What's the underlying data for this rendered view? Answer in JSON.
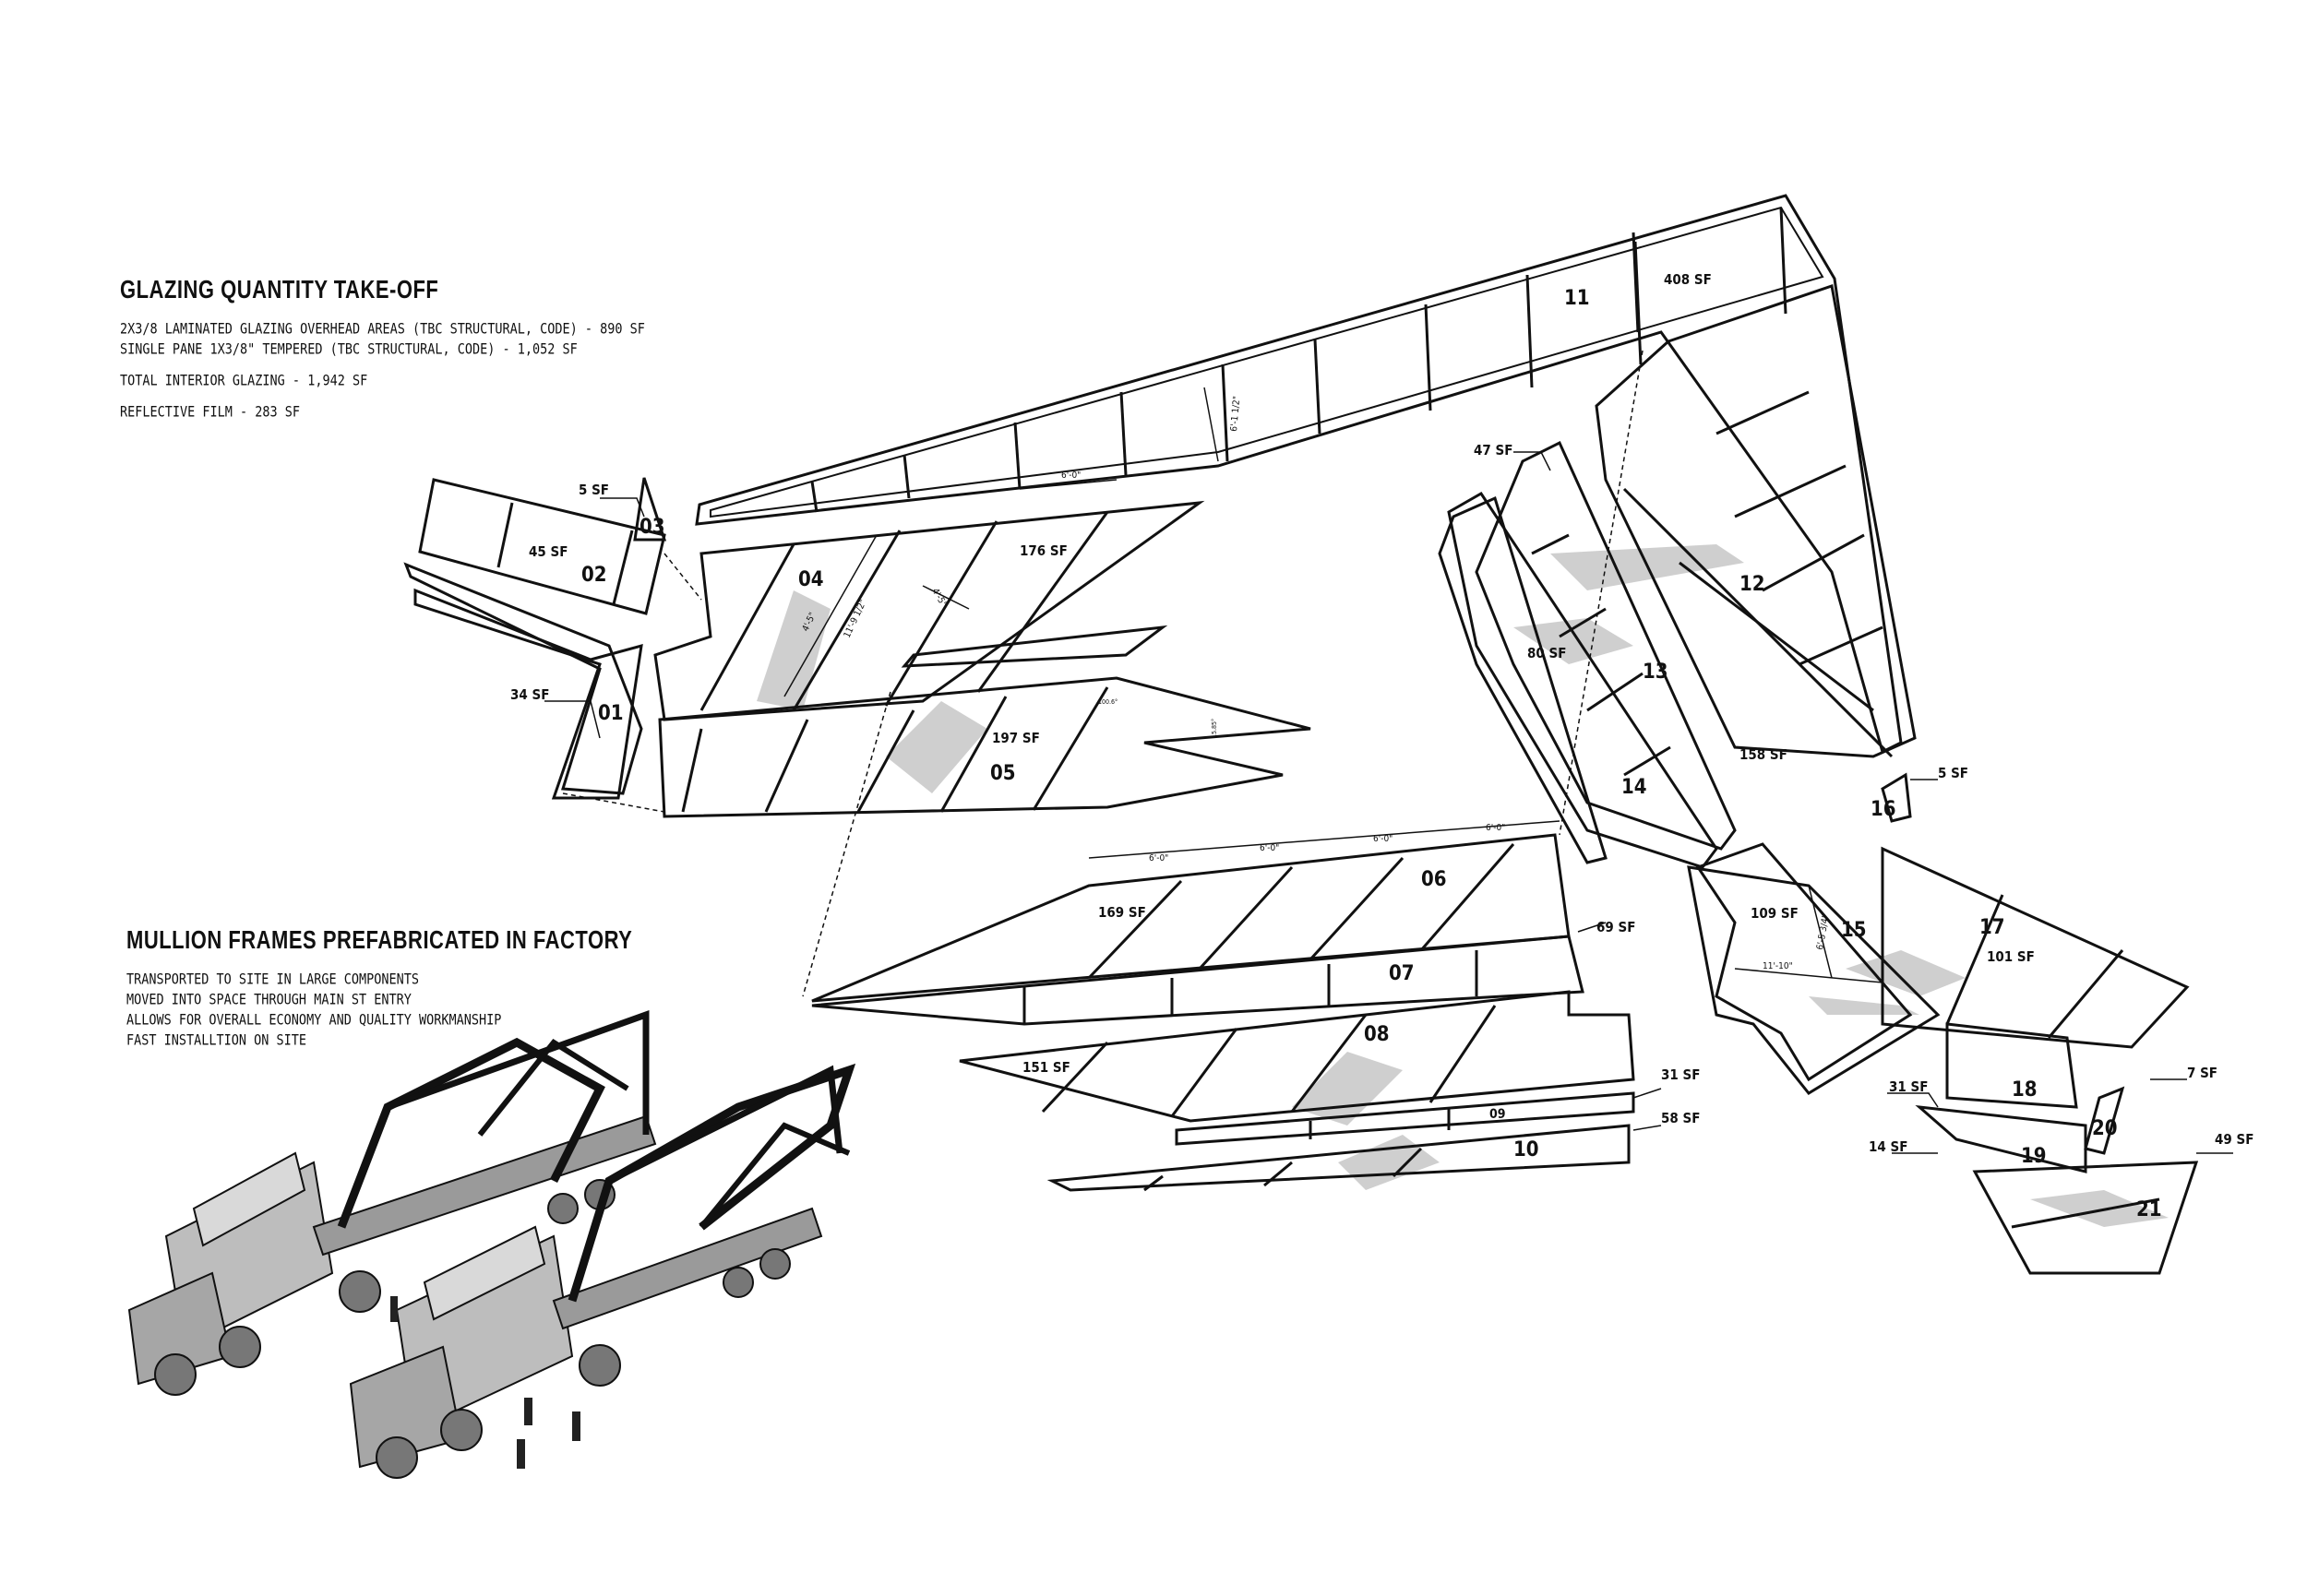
{
  "takeoff": {
    "title": "GLAZING QUANTITY TAKE-OFF",
    "lines": [
      "2x3/8 LAMINATED GLAZING  OVERHEAD AREAS (TBC STRUCTURAL, CODE) - 890 SF",
      "SINGLE PANE 1x3/8\" TEMPERED (TBC STRUCTURAL, CODE) - 1,052 SF",
      "TOTAL INTERIOR GLAZING - 1,942 SF",
      "REFLECTIVE FILM - 283 SF"
    ]
  },
  "mullion": {
    "title": "MULLION FRAMES PREFABRICATED IN FACTORY",
    "lines": [
      "TRANSPORTED TO SITE IN LARGE COMPONENTS",
      "MOVED INTO SPACE THROUGH MAIN ST ENTRY",
      "ALLOWS FOR OVERALL ECONOMY AND QUALITY WORKMANSHIP",
      "FAST INSTALLTION ON SITE"
    ]
  },
  "panels": {
    "p01": "01",
    "p02": "02",
    "p03": "03",
    "p04": "04",
    "p05": "05",
    "p06": "06",
    "p07": "07",
    "p08": "08",
    "p09": "09",
    "p10": "10",
    "p11": "11",
    "p12": "12",
    "p13": "13",
    "p14": "14",
    "p15": "15",
    "p16": "16",
    "p17": "17",
    "p18": "18",
    "p19": "19",
    "p20": "20",
    "p21": "21"
  },
  "areas": {
    "a01": "34 SF",
    "a02": "45 SF",
    "a03": "5 SF",
    "a04": "176 SF",
    "a05": "197 SF",
    "a06": "169 SF",
    "a07": "69 SF",
    "a08": "151 SF",
    "a09": "31 SF",
    "a10": "58 SF",
    "a11": "408 SF",
    "a12": "158 SF",
    "a13": "80 SF",
    "a14": "47 SF",
    "a15": "109 SF",
    "a16": "5 SF",
    "a17": "101 SF",
    "a18": "31 SF",
    "a19": "14 SF",
    "a20": "7 SF",
    "a21": "49 SF"
  },
  "dims": {
    "d1": "6'-0\"",
    "d2": "6'-1 1/2\"",
    "d3": "11'-9 1/2\"",
    "d4": "4'-5\"",
    "d5": "4'-5\"",
    "d6": "6'-0\"",
    "d7": "6'-0\"",
    "d8": "6'-0\"",
    "d9": "6'-0\"",
    "d10": "6'-5 3/4\"",
    "d11": "11'-10\"",
    "d12": "100.6°",
    "d13": "15.85°"
  },
  "colors": {
    "line": "#111111",
    "glass": "#ffffff",
    "reflect": "#cfcfcf",
    "truck": "#bdbdbd"
  }
}
